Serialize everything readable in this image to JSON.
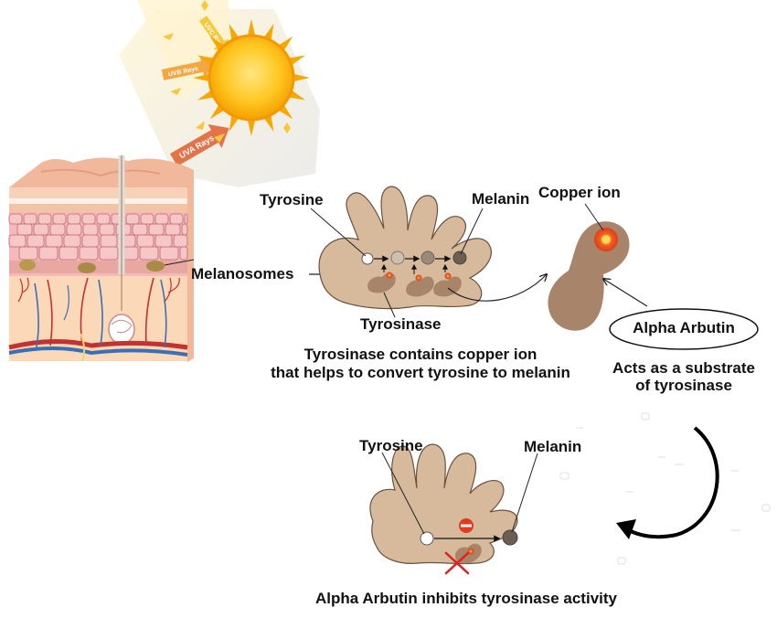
{
  "sun": {
    "rays": [
      {
        "label": "UVC Rays",
        "color": "#f7c83a"
      },
      {
        "label": "UVB Rays",
        "color": "#f4a640"
      },
      {
        "label": "UVA Rays",
        "color": "#e5734a"
      }
    ]
  },
  "labels": {
    "melanosomes": "Melanosomes",
    "tyrosine_top": "Tyrosine",
    "melanin_top": "Melanin",
    "tyrosinase": "Tyrosinase",
    "copper_ion": "Copper ion",
    "alpha_arbutin": "Alpha Arbutin",
    "tyrosine_bottom": "Tyrosine",
    "melanin_bottom": "Melanin"
  },
  "captions": {
    "top_line1": "Tyrosinase contains copper ion",
    "top_line2": "that helps to convert tyrosine to melanin",
    "substrate_line1": "Acts as a substrate",
    "substrate_line2": "of tyrosinase",
    "bottom": "Alpha Arbutin inhibits tyrosinase activity"
  },
  "colors": {
    "cell": "#d7b99c",
    "cell_stroke": "#6b5240",
    "enzyme": "#a8856a",
    "copper": "#f05a1f",
    "inhibit_x": "#e02020"
  }
}
